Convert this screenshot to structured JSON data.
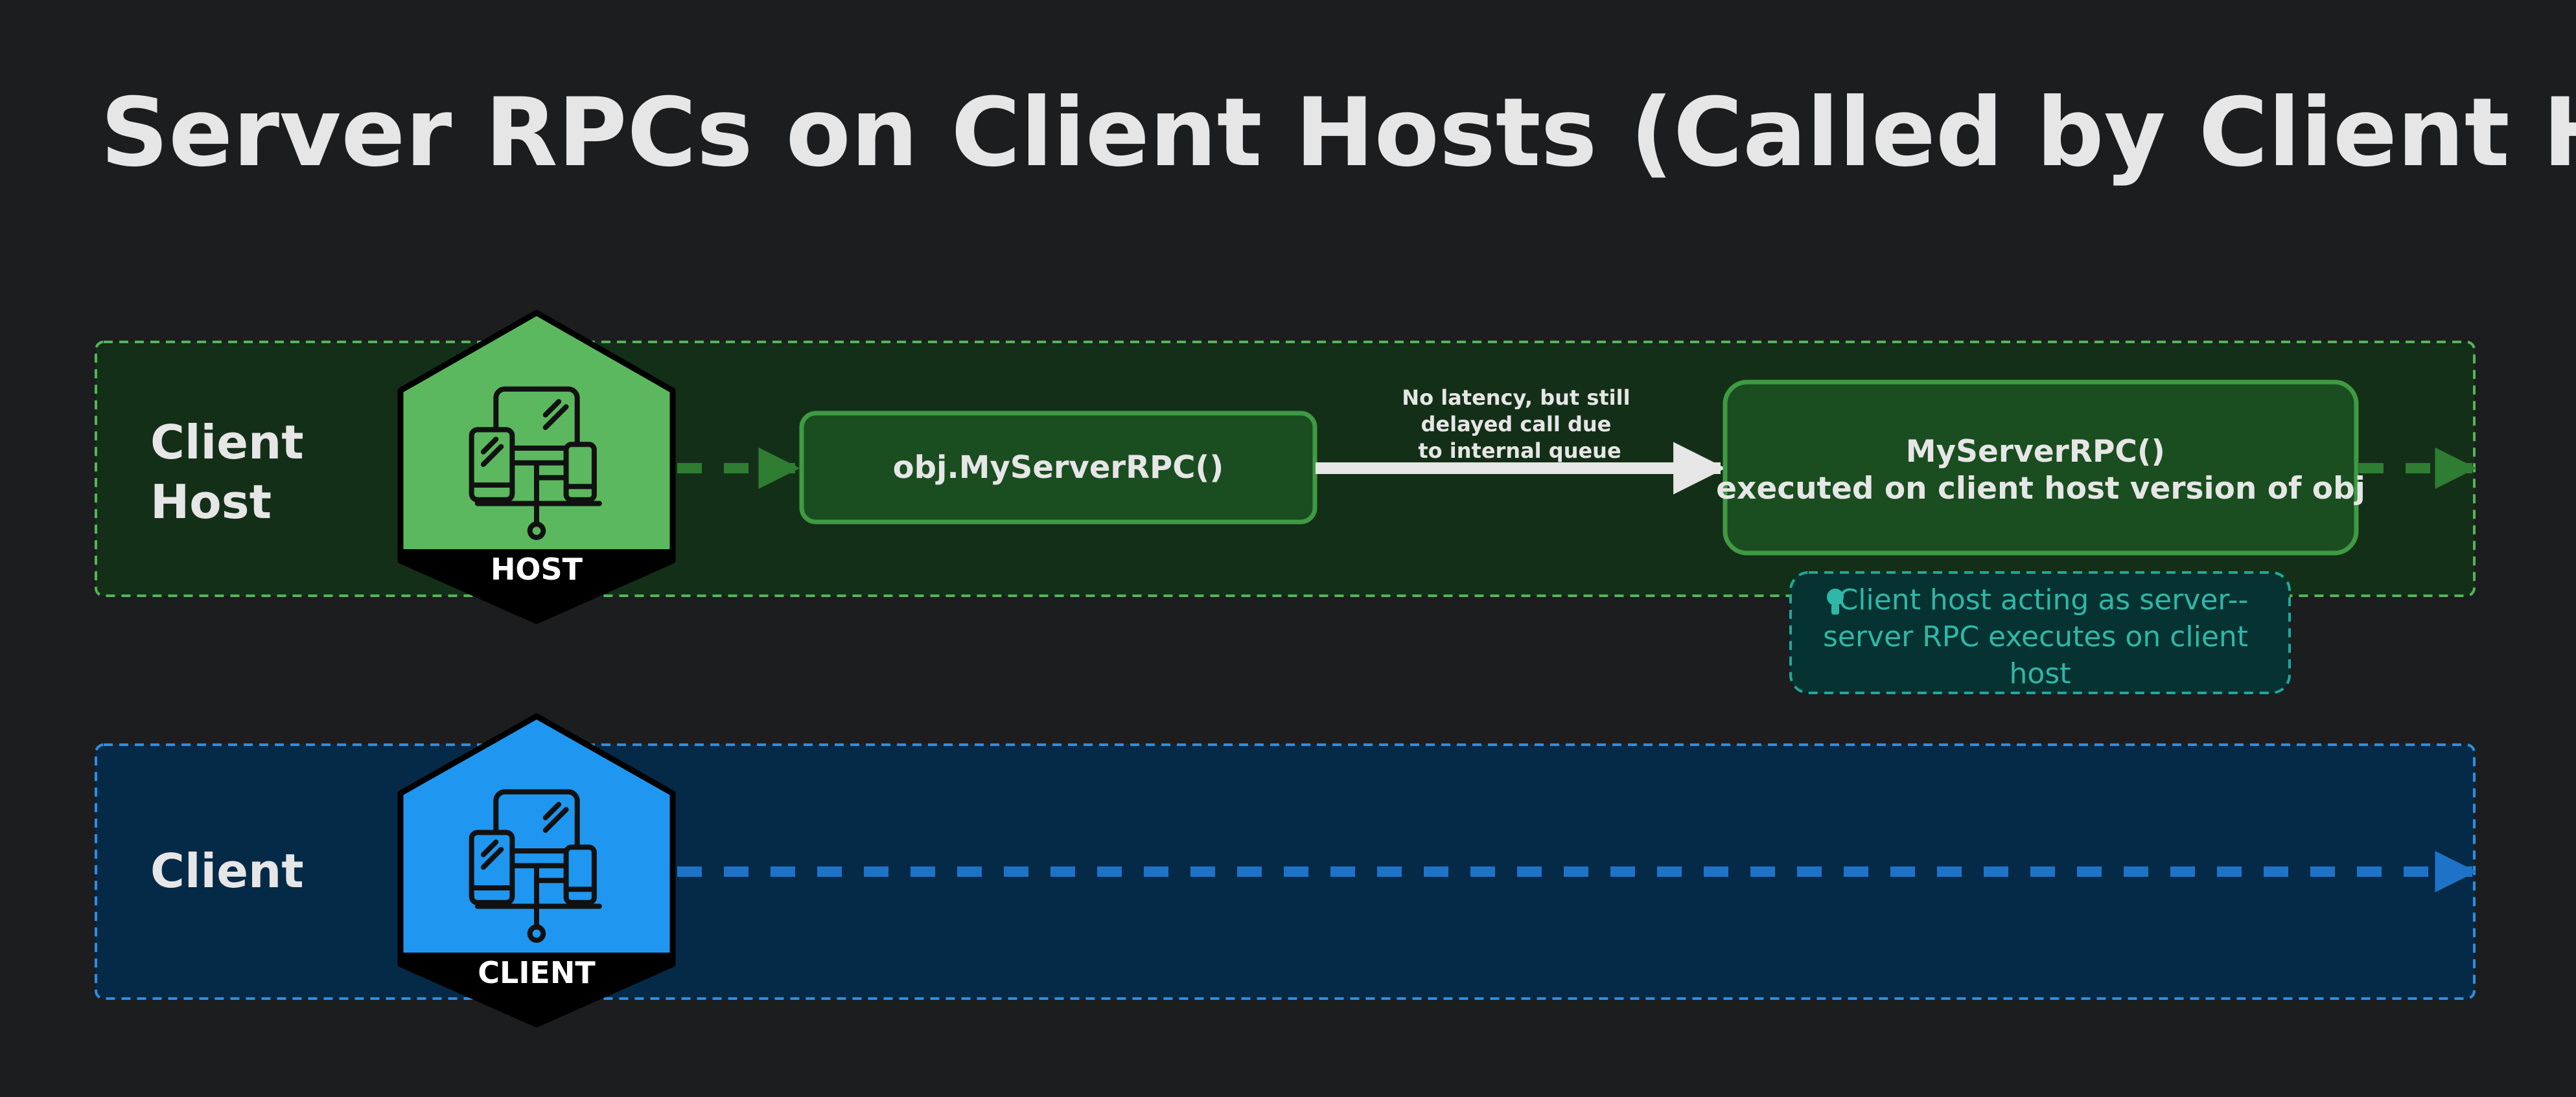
{
  "title": "Server RPCs on Client Hosts (Called by Client Host)",
  "lanes": {
    "client_host": {
      "label_line1": "Client",
      "label_line2": "Host",
      "badge": "HOST",
      "fill_color": "#142f17",
      "border_color": "#57b35b",
      "badge_color": "#5cb85f"
    },
    "client": {
      "label": "Client",
      "badge": "CLIENT",
      "fill_color": "#052a48",
      "border_color": "#2f8ee0",
      "badge_color": "#1f97f0"
    }
  },
  "nodes": {
    "call": {
      "label": "obj.MyServerRPC()"
    },
    "executed": {
      "line1": "MyServerRPC()",
      "line2": "executed on client host version of obj"
    }
  },
  "edge_label": {
    "line1": "No latency, but still",
    "line2": "delayed call due",
    "line3": "to internal queue"
  },
  "note": {
    "icon": "lightbulb-icon",
    "line1": "Client host acting as server--",
    "line2": "server RPC executes on client",
    "line3": "host"
  },
  "colors": {
    "background": "#1c1d1f",
    "title": "#e6e6e6",
    "node_fill": "#1a4d1f",
    "node_border": "#3f9a43",
    "note_fill": "#063331",
    "note_border": "#1fa99a",
    "note_text": "#2fb7a7",
    "arrow": "#e6e6e6",
    "dashed_green": "#2e7d32",
    "dashed_blue": "#1e73c7"
  }
}
